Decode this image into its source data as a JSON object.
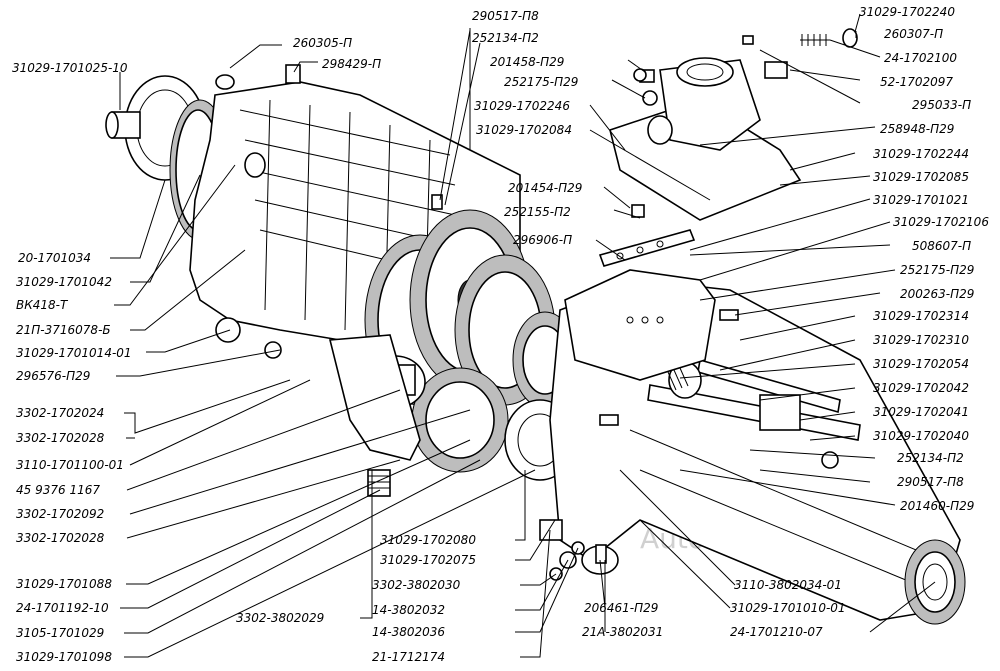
{
  "watermark": "AutoSoft",
  "labels": {
    "l1": "290517-П8",
    "l2": "252134-П2",
    "l3": "260305-П",
    "l4": "298429-П",
    "l5": "31029-1701025-10",
    "l6": "201458-П29",
    "l7": "252175-П29",
    "l8": "31029-1702246",
    "l9": "31029-1702084",
    "l10": "201454-П29",
    "l11": "252155-П2",
    "l12": "296906-П",
    "l13": "31029-1702240",
    "l14": "260307-П",
    "l15": "24-1702100",
    "l16": "52-1702097",
    "l17": "295033-П",
    "l18": "258948-П29",
    "l19": "31029-1702244",
    "l20": "31029-1702085",
    "l21": "31029-1701021",
    "l22": "31029-1702106",
    "l23": "508607-П",
    "l24": "252175-П29",
    "l25": "200263-П29",
    "l26": "31029-1702314",
    "l27": "31029-1702310",
    "l28": "31029-1702054",
    "l29": "31029-1702042",
    "l30": "31029-1702041",
    "l31": "31029-1702040",
    "l32": "252134-П2",
    "l33": "290517-П8",
    "l34": "201460-П29",
    "l35": "20-1701034",
    "l36": "31029-1701042",
    "l37": "ВК418-Т",
    "l38": "21П-3716078-Б",
    "l39": "31029-1701014-01",
    "l40": "296576-П29",
    "l41": "3302-1702024",
    "l42": "3302-1702028",
    "l43": "3110-1701100-01",
    "l44": "45 9376 1167",
    "l45": "3302-1702092",
    "l46": "3302-1702028",
    "l47": "31029-1701088",
    "l48": "24-1701192-10",
    "l49": "3105-1701029",
    "l50": "31029-1701098",
    "l51": "3302-3802029",
    "l52": "31029-1702080",
    "l53": "31029-1702075",
    "l54": "3302-3802030",
    "l55": "14-3802032",
    "l56": "14-3802036",
    "l57": "21-1712174",
    "l58": "206461-П29",
    "l59": "21А-3802031",
    "l60": "3110-3802034-01",
    "l61": "31029-1701010-01",
    "l62": "24-1701210-07"
  }
}
